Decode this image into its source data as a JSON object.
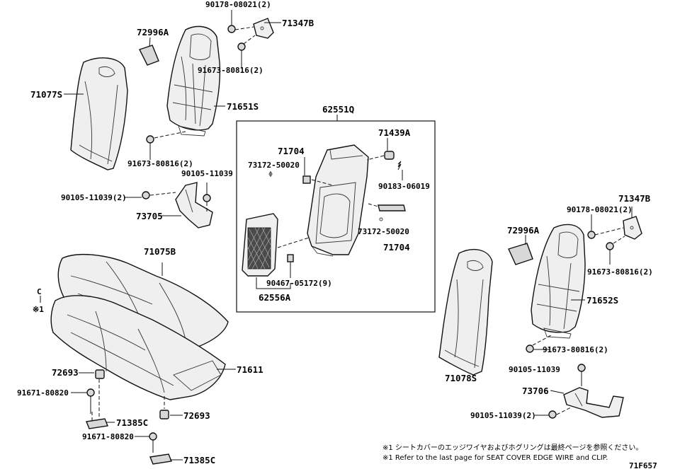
{
  "diagram_code": "71F657",
  "labels": {
    "p90178_top": "90178-08021(2)",
    "p71347B_top": "71347B",
    "p72996A_left": "72996A",
    "p71077S": "71077S",
    "p91673_top": "91673-80816(2)",
    "p71651S": "71651S",
    "p91673_mid": "91673-80816(2)",
    "p90105_a": "90105-11039",
    "p90105_b": "90105-11039(2)",
    "p73705": "73705",
    "p62551Q": "62551Q",
    "p71704_a": "71704",
    "p73172_a": "73172-50020",
    "p71439A": "71439A",
    "p90183": "90183-06019",
    "p73172_b": "73172-50020",
    "p71704_b": "71704",
    "p90467": "90467-05172(9)",
    "p62556A": "62556A",
    "p71075B": "71075B",
    "p_c_mark": "C",
    "p_note_mark": "※1",
    "p72693_a": "72693",
    "p91671_a": "91671-80820",
    "p71611": "71611",
    "p71385C_a": "71385C",
    "p72693_b": "72693",
    "p91671_b": "91671-80820",
    "p71385C_b": "71385C",
    "p71078S": "71078S",
    "p72996A_right": "72996A",
    "p71347B_right": "71347B",
    "p90178_right": "90178-08021(2)",
    "p91673_r1": "91673-80816(2)",
    "p71652S": "71652S",
    "p91673_r2": "91673-80816(2)",
    "p90105_r1": "90105-11039",
    "p73706": "73706",
    "p90105_r2": "90105-11039(2)"
  },
  "notes": {
    "jp": "※1 シートカバーのエッジワイヤおよびホグリングは最終ページを参照ください。",
    "en": "※1 Refer to the last page for SEAT COVER EDGE WIRE and CLIP."
  }
}
